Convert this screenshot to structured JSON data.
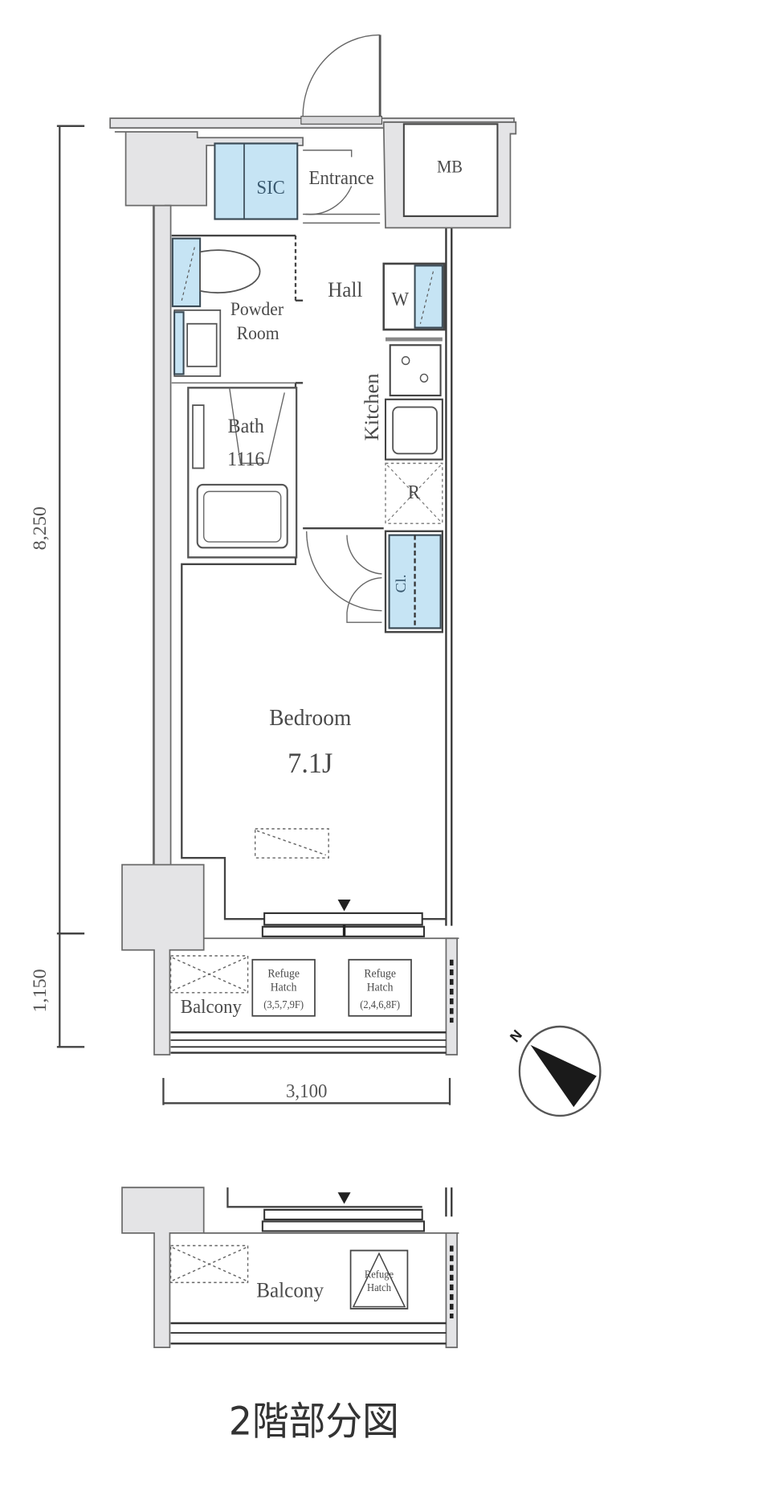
{
  "floorplan": {
    "rooms": {
      "sic": "SIC",
      "entrance": "Entrance",
      "mb": "MB",
      "hall": "Hall",
      "washer": "W",
      "powder_room_line1": "Powder",
      "powder_room_line2": "Room",
      "bath_line1": "Bath",
      "bath_line2": "1116",
      "kitchen": "Kitchen",
      "refrigerator": "R",
      "closet": "Cl.",
      "bedroom": "Bedroom",
      "bedroom_size": "7.1J",
      "balcony": "Balcony"
    },
    "refuge_hatches": [
      {
        "line1": "Refuge",
        "line2": "Hatch",
        "floors": "(3,5,7,9F)"
      },
      {
        "line1": "Refuge",
        "line2": "Hatch",
        "floors": "(2,4,6,8F)"
      }
    ],
    "dimensions": {
      "depth_main": "8,250",
      "depth_balcony": "1,150",
      "width": "3,100"
    },
    "compass": {
      "north_label": "N"
    },
    "second_floor_partial": {
      "balcony": "Balcony",
      "hatch_line1": "Refuge",
      "hatch_line2": "Hatch",
      "caption": "2階部分図"
    }
  }
}
